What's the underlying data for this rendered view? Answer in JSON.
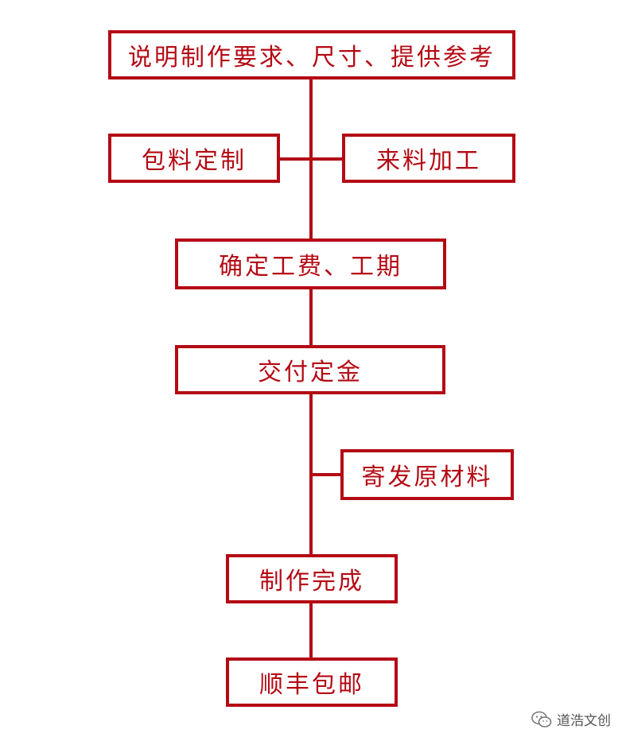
{
  "diagram": {
    "accent_color": "#b40a14",
    "steps": {
      "requirements": "说明制作要求、尺寸、提供参考",
      "full_package": "包料定制",
      "client_material": "来料加工",
      "confirm_cost": "确定工费、工期",
      "pay_deposit": "交付定金",
      "ship_material": "寄发原材料",
      "production_done": "制作完成",
      "sf_shipping": "顺丰包邮"
    }
  },
  "watermark": {
    "icon": "wechat-icon",
    "text": "道浩文创"
  }
}
